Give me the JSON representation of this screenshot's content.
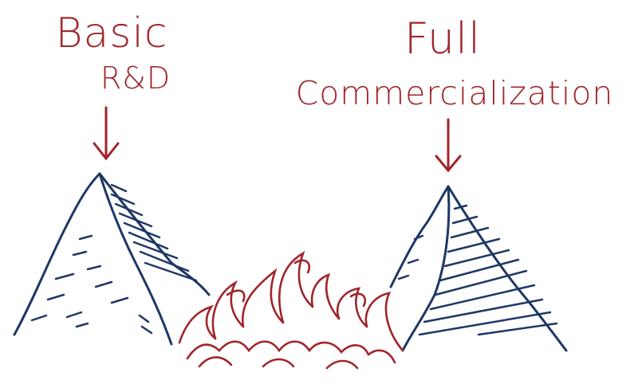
{
  "left_peak": {
    "title": "Basic",
    "subtitle": "R&D"
  },
  "right_peak": {
    "title": "Full",
    "subtitle": "Commercialization"
  },
  "colors": {
    "text": "#a0252a",
    "mountains": "#1d3765",
    "flames": "#a0252a"
  }
}
